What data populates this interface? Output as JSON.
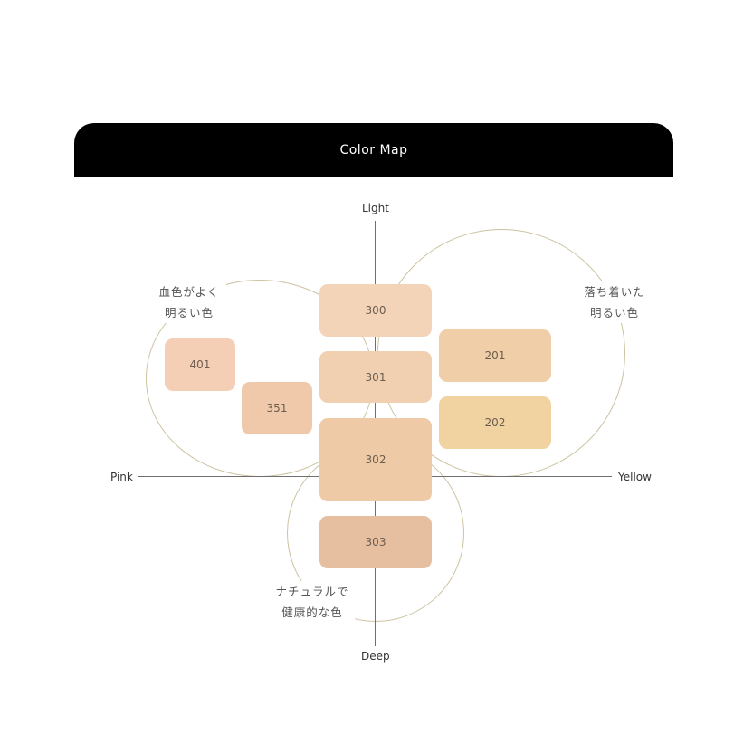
{
  "header": {
    "title": "Color Map"
  },
  "axes": {
    "top": "Light",
    "bottom": "Deep",
    "left": "Pink",
    "right": "Yellow"
  },
  "groups": {
    "pink_bright": {
      "line1": "血色がよく",
      "line2": "明るい色"
    },
    "yellow_bright": {
      "line1": "落ち着いた",
      "line2": "明るい色"
    },
    "natural_healthy": {
      "line1": "ナチュラルで",
      "line2": "健康的な色"
    }
  },
  "swatches": [
    {
      "code": "300",
      "color": "#f4d4b9"
    },
    {
      "code": "301",
      "color": "#f1d0b1"
    },
    {
      "code": "302",
      "color": "#efcaa6"
    },
    {
      "code": "303",
      "color": "#e5bf9f"
    },
    {
      "code": "401",
      "color": "#f5cfb5"
    },
    {
      "code": "351",
      "color": "#f0c9aa"
    },
    {
      "code": "201",
      "color": "#f0cfa8"
    },
    {
      "code": "202",
      "color": "#f1d3a2"
    }
  ]
}
